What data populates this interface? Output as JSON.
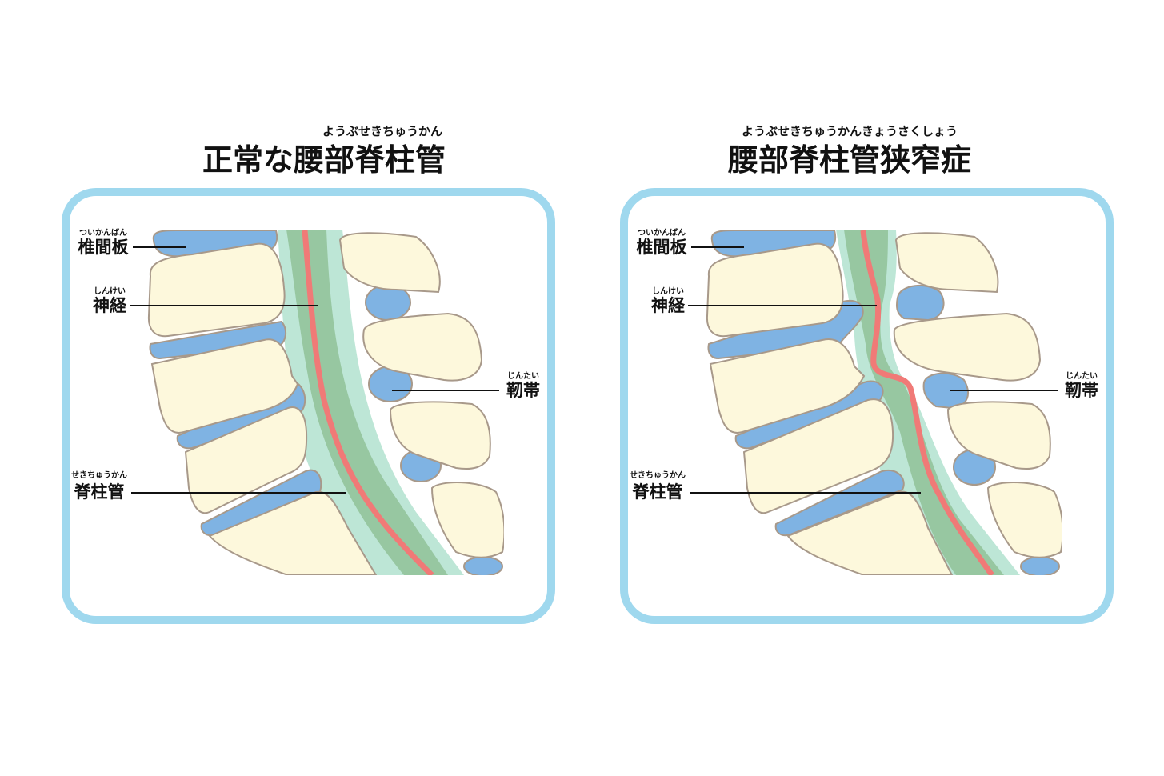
{
  "panels": [
    {
      "title": "正常な腰部脊柱管",
      "title_ruby": "ようぶせきちゅうかん",
      "labels": {
        "disc": {
          "text": "椎間板",
          "ruby": "ついかんばん"
        },
        "nerve": {
          "text": "神経",
          "ruby": "しんけい"
        },
        "ligament": {
          "text": "靭帯",
          "ruby": "じんたい"
        },
        "canal": {
          "text": "脊柱管",
          "ruby": "せきちゅうかん"
        }
      }
    },
    {
      "title": "腰部脊柱管狭窄症",
      "title_ruby": "ようぶせきちゅうかんきょうさくしょう",
      "labels": {
        "disc": {
          "text": "椎間板",
          "ruby": "ついかんばん"
        },
        "nerve": {
          "text": "神経",
          "ruby": "しんけい"
        },
        "ligament": {
          "text": "靭帯",
          "ruby": "じんたい"
        },
        "canal": {
          "text": "脊柱管",
          "ruby": "せきちゅうかん"
        }
      }
    }
  ],
  "colors": {
    "frame": "#9fd8ee",
    "bone": "#fdf8dc",
    "bone_outline": "#a8998a",
    "disc": "#7fb3e3",
    "canal": "#bde6d6",
    "dura": "#97c7a1",
    "nerve": "#f07a77"
  }
}
